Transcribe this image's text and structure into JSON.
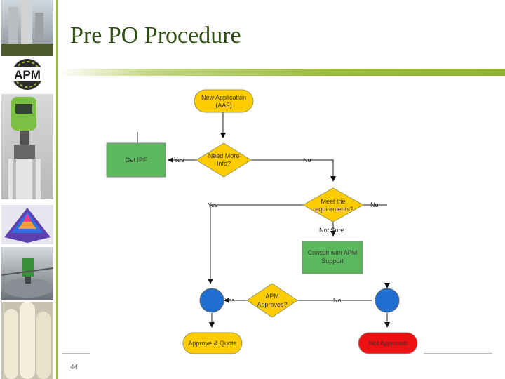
{
  "slide": {
    "title": "Pre PO Procedure",
    "page_number": "44",
    "logo_text": "APM"
  },
  "colors": {
    "accent_green": "#9bbb3c",
    "title_color": "#2f4f12",
    "yellow": "#ffcc00",
    "green_box": "#5cb85c",
    "blue_circle": "#1f6fd1",
    "red_box": "#ee1111"
  },
  "flowchart": {
    "new_application": [
      "New Application",
      "(AAF)"
    ],
    "need_more_info": [
      "Need More",
      "Info?"
    ],
    "get_ipf": "Get IPF",
    "meet_requirements": [
      "Meet the",
      "requirements?"
    ],
    "consult_apm": [
      "Consult with APM",
      "Support"
    ],
    "apm_approves": [
      "APM",
      "Approves?"
    ],
    "approve_quote": "Approve & Quote",
    "not_approved": "Not Approved",
    "label_yes_getipf": "Yes",
    "label_no_needinfo": "No",
    "label_yes_meet": "Yes",
    "label_no_meet": "No",
    "label_not_sure": "Not Sure",
    "label_yes_approves": "Yes",
    "label_no_approves": "No"
  },
  "sidebar_images": [
    "sensor-device-image",
    "3d-volume-plot-image",
    "silo-installation-image",
    "pipes-image"
  ]
}
